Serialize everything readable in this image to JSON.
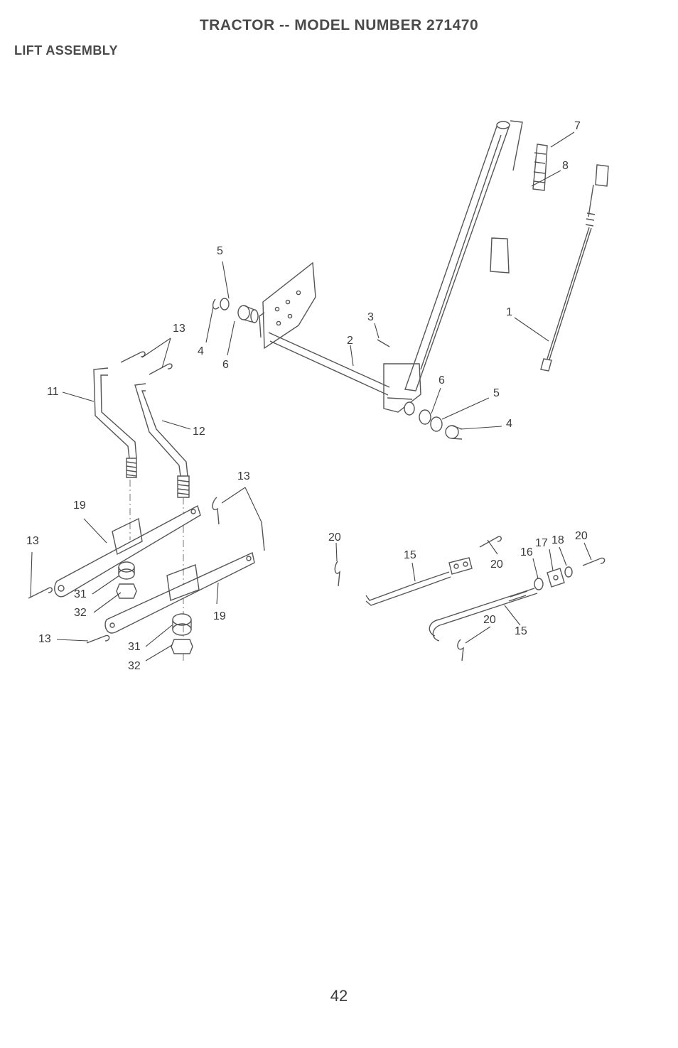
{
  "header": {
    "title": "TRACTOR -- MODEL NUMBER 271470",
    "section": "LIFT ASSEMBLY"
  },
  "callouts": {
    "c1": "1",
    "c2": "2",
    "c3": "3",
    "c4a": "4",
    "c4b": "4",
    "c5a": "5",
    "c5b": "5",
    "c6a": "6",
    "c6b": "6",
    "c7": "7",
    "c8": "8",
    "c11": "11",
    "c12": "12",
    "c13a": "13",
    "c13b": "13",
    "c13c": "13",
    "c13d": "13",
    "c15a": "15",
    "c15b": "15",
    "c16": "16",
    "c17": "17",
    "c18": "18",
    "c19a": "19",
    "c19b": "19",
    "c20a": "20",
    "c20b": "20",
    "c20c": "20",
    "c20d": "20",
    "c31a": "31",
    "c31b": "31",
    "c32a": "32",
    "c32b": "32"
  },
  "footer": {
    "page_number": "42"
  }
}
